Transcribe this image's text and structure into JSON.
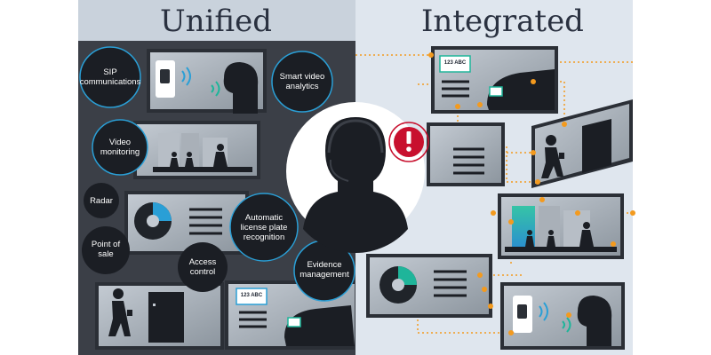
{
  "titles": {
    "left": "Unified",
    "right": "Integrated"
  },
  "features": {
    "sip": "SIP communications",
    "smart_video": "Smart video analytics",
    "video_monitoring": "Video monitoring",
    "radar": "Radar",
    "alpr": "Automatic license plate recognition",
    "point_of_sale": "Point of sale",
    "access_control": "Access control",
    "evidence": "Evidence management"
  },
  "plates": {
    "left": "123 ABC",
    "right": "123 ABC"
  },
  "colors": {
    "left_bg": "#3b3f47",
    "right_bg": "#dfe6ee",
    "accent_blue": "#2a9fd6",
    "alert_red": "#c8102e",
    "dot_orange": "#f39a1e",
    "screen_gray": "#9aa3ad",
    "teal": "#1fb59a"
  },
  "icons": [
    "operator-icon",
    "alert-icon",
    "intercom-icon",
    "person-icon",
    "door-icon",
    "car-icon",
    "donut-chart-icon"
  ]
}
